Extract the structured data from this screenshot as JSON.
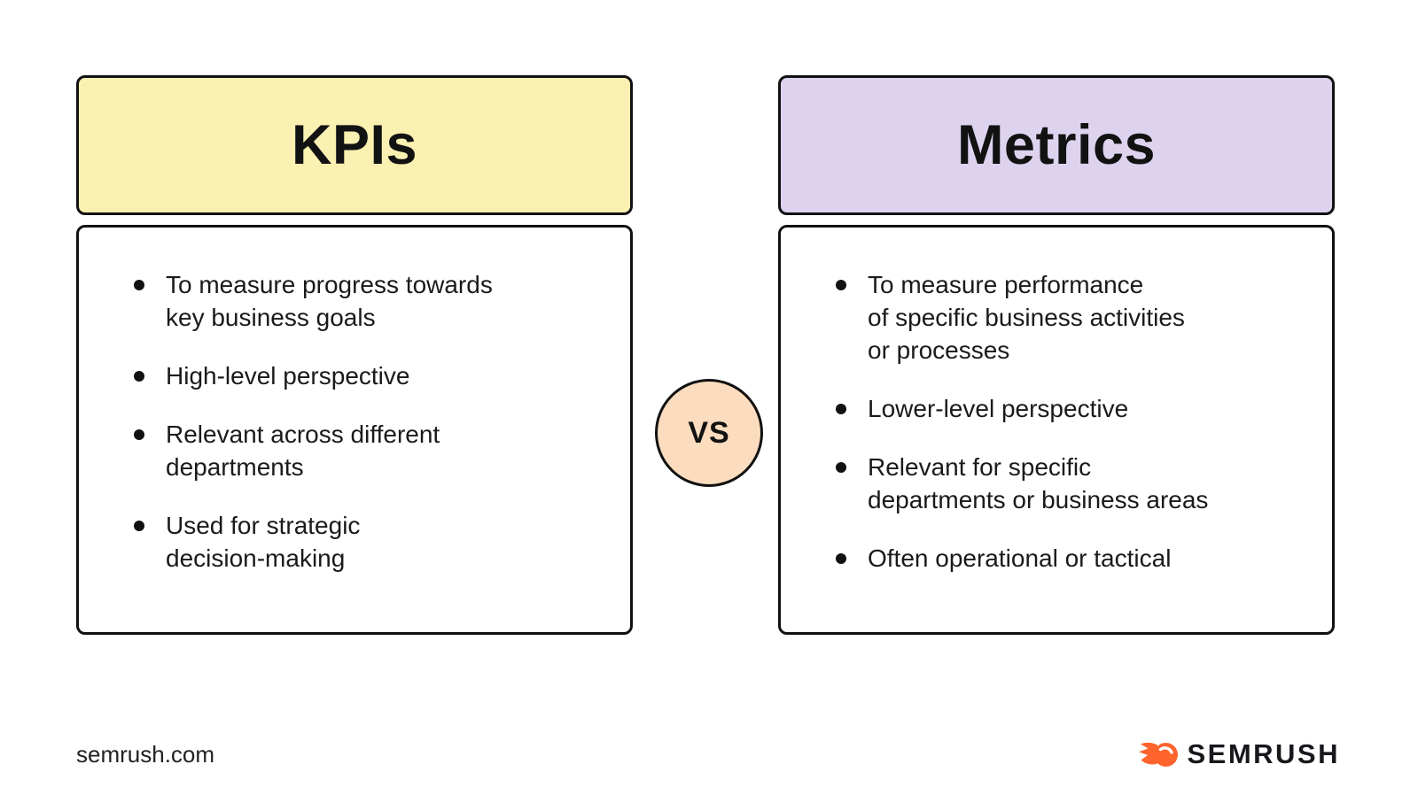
{
  "left_panel": {
    "title": "KPIs",
    "header_bg": "#faf0b2",
    "bullets": [
      "To measure progress towards\nkey business goals",
      "High-level perspective",
      "Relevant across different\ndepartments",
      "Used for strategic\ndecision-making"
    ]
  },
  "right_panel": {
    "title": "Metrics",
    "header_bg": "#ddd3ef",
    "bullets": [
      "To measure performance\nof specific business activities\nor processes",
      "Lower-level perspective",
      "Relevant for specific\ndepartments or business areas",
      "Often operational or tactical"
    ]
  },
  "vs_badge": {
    "label": "VS",
    "bg": "#fbdcbe"
  },
  "footer": {
    "site": "semrush.com",
    "logo_text": "SEMRUSH",
    "logo_color": "#ff642d"
  }
}
